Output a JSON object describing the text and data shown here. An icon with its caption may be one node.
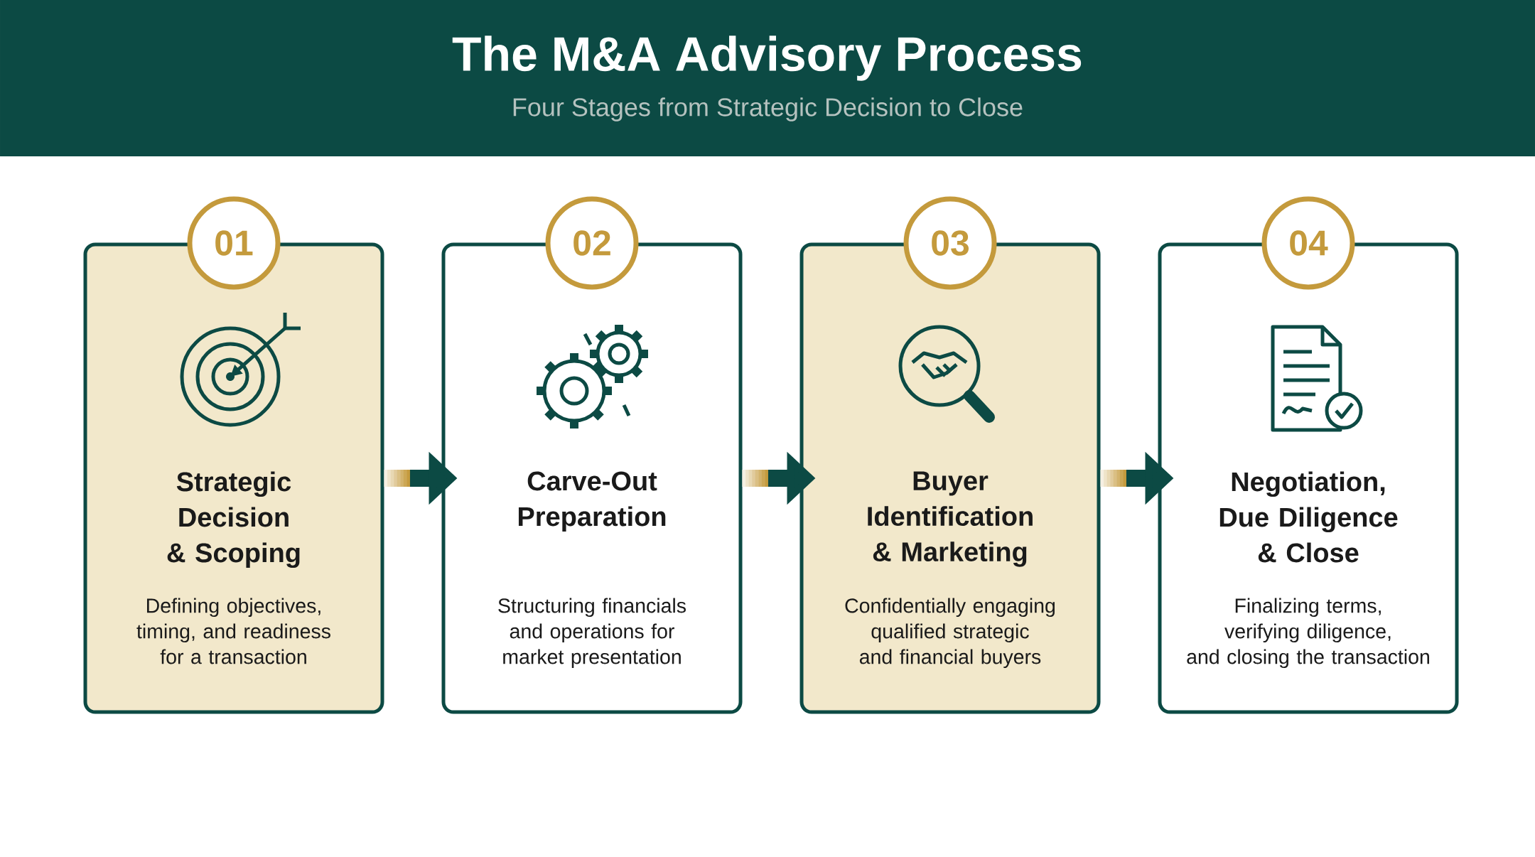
{
  "diagram": {
    "title": "The M&A Advisory Process",
    "caption": "Four Stages from Strategic Decision to Close",
    "nodes": [
      {
        "text": [
          "01"
        ]
      },
      {
        "text": [
          "Strategic Decision & Scoping",
          "Defining objectives, timing, and readiness for a transaction"
        ]
      },
      {
        "text": [
          "02"
        ]
      },
      {
        "text": [
          "Carve-Out Preparation",
          "Structuring financials and operations for market presentation"
        ]
      },
      {
        "text": [
          "03"
        ]
      },
      {
        "text": [
          "Buyer Identification & Marketing",
          "Confidentially engaging qualified strategic and financial buyers"
        ]
      },
      {
        "text": [
          "04"
        ]
      },
      {
        "text": [
          "Negotiation, Due Diligence & Close",
          "Finalizing terms, verifying diligence, and closing the transaction"
        ]
      }
    ],
    "edges": [
      {
        "from": 1,
        "to": 3,
        "arrow": "to"
      },
      {
        "from": 3,
        "to": 5,
        "arrow": "to"
      },
      {
        "from": 5,
        "to": 7,
        "arrow": "to"
      }
    ]
  }
}
